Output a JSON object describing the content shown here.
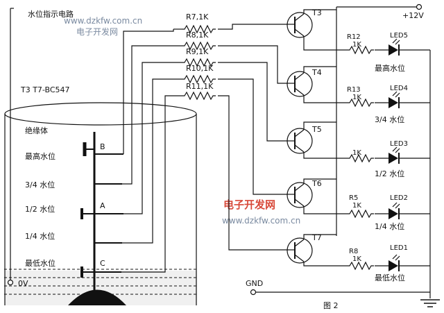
{
  "title": "水位指示电路",
  "watermark": {
    "url": "www.dzkfw.com.cn",
    "name": "电子开发网"
  },
  "transistor_note": "T3 T7-BC547",
  "supply": "+12V",
  "ground": "GND",
  "zero_volt": "0V",
  "figure_label": "图 2",
  "tank": {
    "insulator": "绝缘体",
    "levels": [
      "最高水位",
      "3/4 水位",
      "1/2 水位",
      "1/4 水位",
      "最低水位"
    ],
    "probes": [
      "B",
      "A",
      "C"
    ]
  },
  "base_resistors": [
    "R7,1K",
    "R8,1K",
    "R9,1K",
    "R10,1K",
    "R11,1K"
  ],
  "transistors": [
    "T3",
    "T4",
    "T5",
    "T6",
    "T7"
  ],
  "led_resistors": [
    {
      "name": "R12",
      "value": "1K"
    },
    {
      "name": "R13",
      "value": "1K"
    },
    {
      "name": "",
      "value": "1K"
    },
    {
      "name": "R5",
      "value": "1K"
    },
    {
      "name": "R8",
      "value": "1K"
    }
  ],
  "leds": [
    "LED5",
    "LED4",
    "LED3",
    "LED2",
    "LED1"
  ],
  "led_levels": [
    "最高水位",
    "3/4 水位",
    "1/2 水位",
    "1/4 水位",
    "最低水位"
  ],
  "colors": {
    "line": "#111111",
    "watermark": "#7a8aa0",
    "watermark_red": "#d84a3a",
    "water": "#f0f0f0"
  }
}
